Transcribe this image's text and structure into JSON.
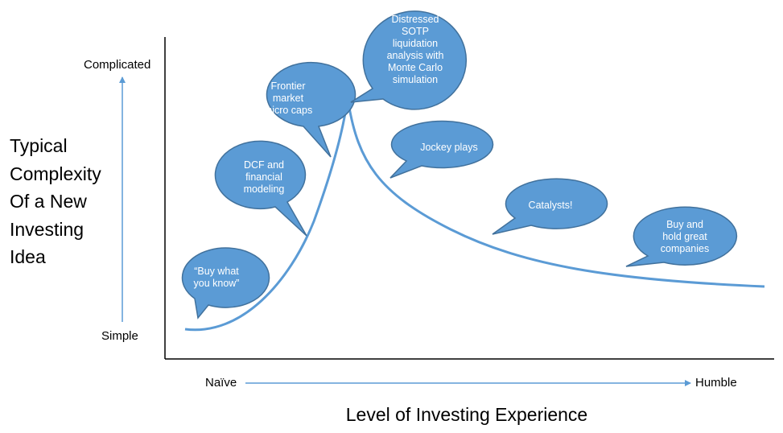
{
  "diagram": {
    "y_axis": {
      "title_lines": [
        "Typical",
        "Complexity",
        "Of a New",
        "Investing",
        "Idea"
      ],
      "top_label": "Complicated",
      "bottom_label": "Simple"
    },
    "x_axis": {
      "title": "Level of Investing  Experience",
      "left_label": "Naïve",
      "right_label": "Humble"
    },
    "bubbles": [
      {
        "id": "buy-what-you-know",
        "lines": [
          "“Buy what",
          "you know”"
        ]
      },
      {
        "id": "dcf",
        "lines": [
          "DCF and",
          "financial",
          "modeling"
        ]
      },
      {
        "id": "frontier",
        "lines": [
          "Frontier",
          "market",
          "micro caps"
        ]
      },
      {
        "id": "distressed",
        "lines": [
          "Distressed",
          "SOTP",
          "liquidation",
          "analysis with",
          "Monte Carlo",
          "simulation"
        ]
      },
      {
        "id": "jockey",
        "lines": [
          "Jockey plays"
        ]
      },
      {
        "id": "catalysts",
        "lines": [
          "Catalysts!"
        ]
      },
      {
        "id": "buy-and-hold",
        "lines": [
          "Buy and",
          "hold great",
          "companies"
        ]
      }
    ],
    "colors": {
      "bubble_fill": "#5b9bd5",
      "bubble_stroke": "#41719c",
      "curve": "#5b9bd5",
      "axis": "#000000",
      "arrow": "#5b9bd5"
    }
  }
}
